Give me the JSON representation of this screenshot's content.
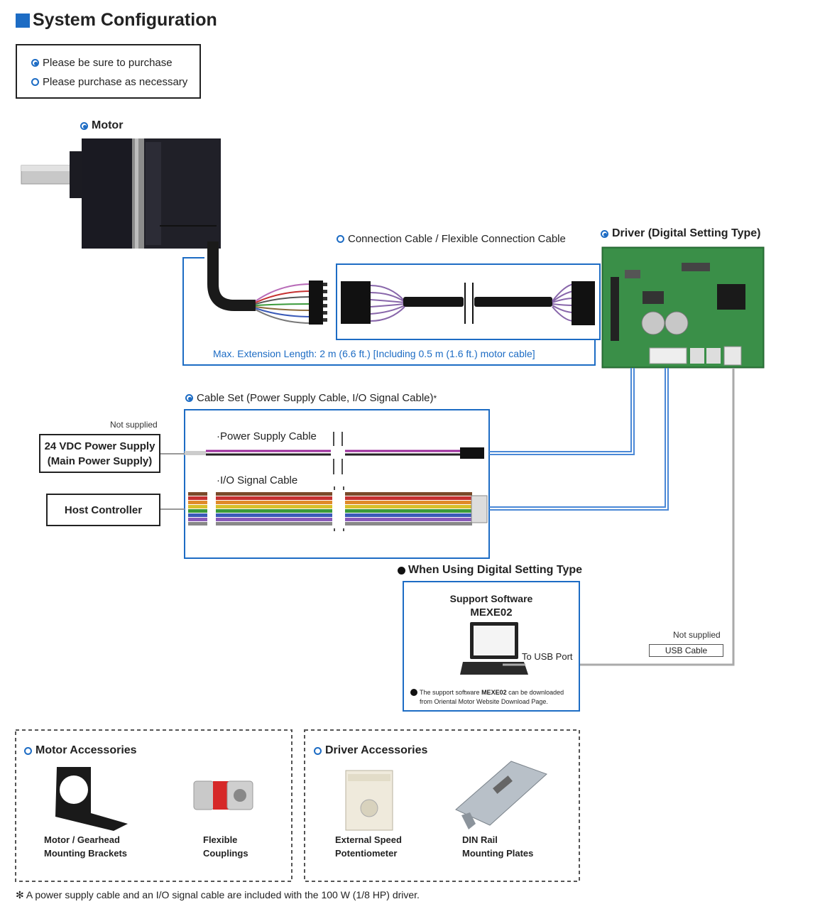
{
  "title": "System Configuration",
  "legend": {
    "required": "Please be sure to purchase",
    "optional": "Please purchase as necessary"
  },
  "motor": {
    "label": "Motor"
  },
  "connection_cable": {
    "label": "Connection Cable / Flexible Connection Cable",
    "note": "Max. Extension Length: 2 m (6.6 ft.) [Including 0.5 m (1.6 ft.) motor cable]"
  },
  "driver": {
    "label": "Driver (Digital Setting Type)"
  },
  "cable_set": {
    "label": "Cable Set (Power Supply Cable, I/O Signal Cable)",
    "asterisk": "*",
    "power_cable": "·Power Supply Cable",
    "io_cable": "·I/O Signal Cable"
  },
  "power_supply": {
    "not_supplied": "Not supplied",
    "line1": "24 VDC Power Supply",
    "line2": "(Main Power Supply)"
  },
  "host_controller": {
    "label": "Host Controller"
  },
  "digital_setting": {
    "heading": "When Using Digital Setting Type",
    "software_line1": "Support Software",
    "software_line2": "MEXE02",
    "usb_port": "To USB Port",
    "note_prefix": "The support software",
    "note_bold": "MEXE02",
    "note_suffix": "can be downloaded",
    "note_line2": "from Oriental Motor Website Download Page."
  },
  "usb_cable": {
    "not_supplied": "Not supplied",
    "label": "USB Cable"
  },
  "motor_accessories": {
    "heading": "Motor Accessories",
    "items": [
      {
        "line1": "Motor / Gearhead",
        "line2": "Mounting Brackets"
      },
      {
        "line1": "Flexible",
        "line2": "Couplings"
      }
    ]
  },
  "driver_accessories": {
    "heading": "Driver Accessories",
    "items": [
      {
        "line1": "External Speed",
        "line2": "Potentiometer"
      },
      {
        "line1": "DIN Rail",
        "line2": "Mounting Plates"
      }
    ]
  },
  "footnote": "A power supply cable and an I/O signal cable are included with the 100 W (1/8 HP) driver.",
  "footnote_mark": "✻",
  "colors": {
    "accent": "#1d6cc4",
    "line": "#4a88d6"
  }
}
